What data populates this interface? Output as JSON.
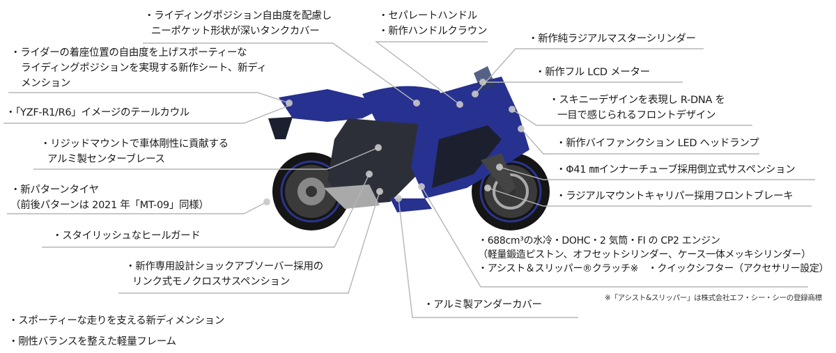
{
  "callouts": {
    "tank_cover": [
      "・ライディングポジション自由度を配慮し",
      "ニーポケット形状が深いタンクカバー"
    ],
    "seat": [
      "・ライダーの着座位置の自由度を上げスポーティーな",
      "ライディングポジションを実現する新作シート、新ディ",
      "メンション"
    ],
    "tail_cowl": "・「YZF-R1/R6」イメージのテールカウル",
    "center_brace": [
      "・リジッドマウントで車体剛性に貢献する",
      "アルミ製センターブレース"
    ],
    "tire": [
      "・新パターンタイヤ",
      "（前後パターンは 2021 年「MT-09」同様）"
    ],
    "heel_guard": "・スタイリッシュなヒールガード",
    "rear_suspension": [
      "・新作専用設計ショックアブソーバー採用の",
      "リンク式モノクロスサスペンション"
    ],
    "dimension": "・スポーティーな走りを支える新ディメンション",
    "frame": "・剛性バランスを整えた軽量フレーム",
    "under_cover": "・アルミ製アンダーカバー",
    "engine": [
      "・688cm³の水冷・DOHC・2 気筒・FI の CP2 エンジン",
      "（軽量鍛造ピストン、オフセットシリンダー、ケース一体メッキシリンダー）",
      "・アシスト＆スリッパー®クラッチ※　・クイックシフター（アクセサリー設定）"
    ],
    "footnote": "※「アシスト&スリッパー」は株式会社エフ・シー・シーの登録商標",
    "handle": [
      "・セパレートハンドル",
      "・新作ハンドルクラウン"
    ],
    "master_cylinder": "・新作純ラジアルマスターシリンダー",
    "lcd_meter": "・新作フル LCD メーター",
    "front_design": [
      "・スキニーデザインを表現し R-DNA を",
      "一目で感じられるフロントデザイン"
    ],
    "headlamp": "・新作バイファンクション LED ヘッドランプ",
    "front_suspension": "・Φ41 ㎜インナーチューブ採用倒立式サスペンション",
    "front_brake": "・ラジアルマウントキャリパー採用フロントブレーキ"
  },
  "colors": {
    "bike_blue": "#27318f",
    "bike_dark": "#1c1f2e",
    "leader_line": "#b5b5b5",
    "dot": "#c8c8c8"
  }
}
